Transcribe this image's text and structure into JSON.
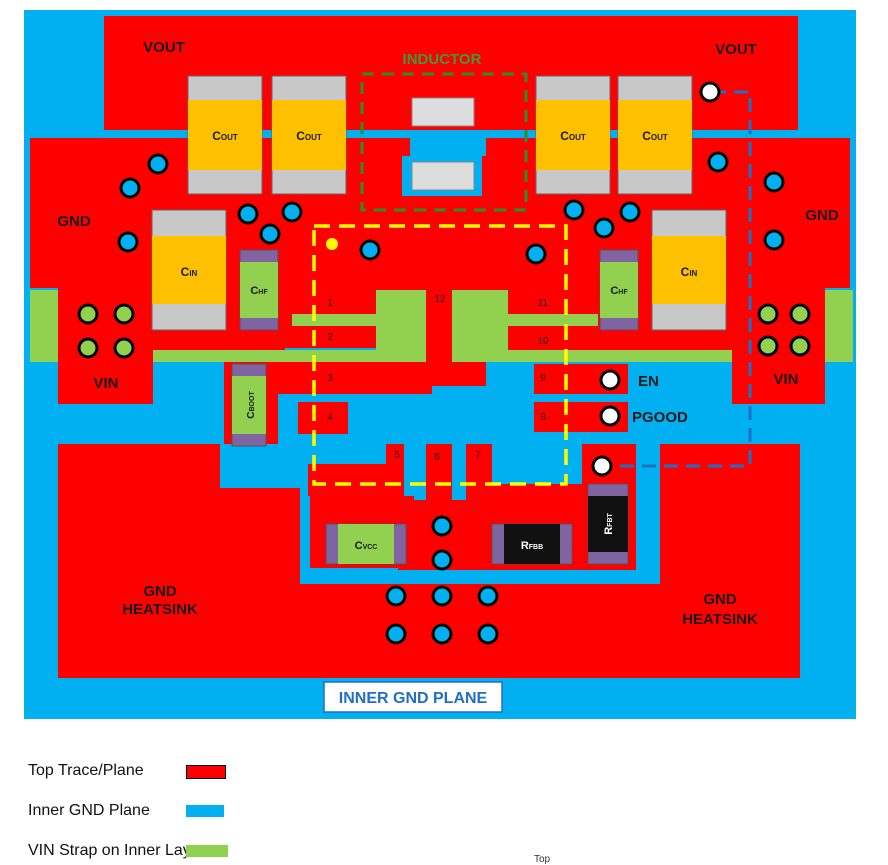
{
  "labels": {
    "vout_left": "VOUT",
    "vout_right": "VOUT",
    "inductor": "INDUCTOR",
    "gnd_left": "GND",
    "gnd_right": "GND",
    "vin_left": "VIN",
    "vin_right": "VIN",
    "en": "EN",
    "pgood": "PGOOD",
    "gnd_heatsink_left": [
      "GND",
      "HEATSINK"
    ],
    "gnd_heatsink_right": [
      "GND",
      "HEATSINK"
    ],
    "inner_gnd_plane": "INNER GND PLANE"
  },
  "components": {
    "cout": {
      "main": "C",
      "sub": "OUT"
    },
    "cin": {
      "main": "C",
      "sub": "IN"
    },
    "chf": {
      "main": "C",
      "sub": "HF"
    },
    "cboot": {
      "main": "C",
      "sub": "BOOT"
    },
    "cvcc": {
      "main": "C",
      "sub": "VCC"
    },
    "rfbb": {
      "main": "R",
      "sub": "FBB"
    },
    "rfbt": {
      "main": "R",
      "sub": "FBT"
    }
  },
  "pins": [
    "1",
    "2",
    "3",
    "4",
    "5",
    "6",
    "7",
    "8",
    "9",
    "10",
    "11",
    "12"
  ],
  "legend": [
    {
      "label": "Top Trace/Plane",
      "color": "#ff0000"
    },
    {
      "label": "Inner GND Plane",
      "color": "#00b0f0"
    },
    {
      "label": "VIN Strap on Inner Layer",
      "color": "#92d050"
    }
  ],
  "caption": "Top",
  "colors": {
    "top": "#ff0000",
    "inner_gnd": "#00b0f0",
    "vin_strap": "#92d050",
    "cap_body": "#ffc000",
    "cap_end": "#c8c8c8",
    "outline_yellow": "#ffff00",
    "inductor_outline": "#2e8b2e"
  }
}
